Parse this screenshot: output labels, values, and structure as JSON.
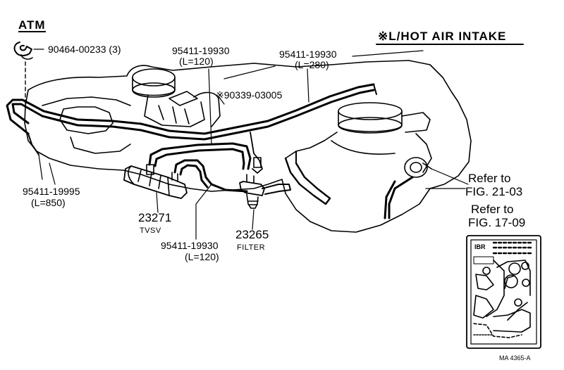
{
  "section_label": "ATM",
  "variant_label": "※L/HOT AIR INTAKE",
  "parts": {
    "clip": "90464-00233 (3)",
    "hose_120_top_pn": "95411-19930",
    "hose_120_top_len": "(L=120)",
    "hose_280_pn": "95411-19930",
    "hose_280_len": "(L=280)",
    "vacuum_pn": "※90339-03005",
    "hose_850_pn": "95411-19995",
    "hose_850_len": "(L=850)",
    "tvsv_num": "23271",
    "tvsv_name": "TVSV",
    "filter_num": "23265",
    "filter_name": "FILTER",
    "hose_120_bot_pn": "95411-19930",
    "hose_120_bot_len": "(L=120)"
  },
  "refs": {
    "ref1_line1": "Refer to",
    "ref1_line2": "FIG. 21-03",
    "ref2_line1": "Refer to",
    "ref2_line2": "FIG. 17-09"
  },
  "decal_label": "IBR",
  "drawing_code": "MA 4365-A"
}
